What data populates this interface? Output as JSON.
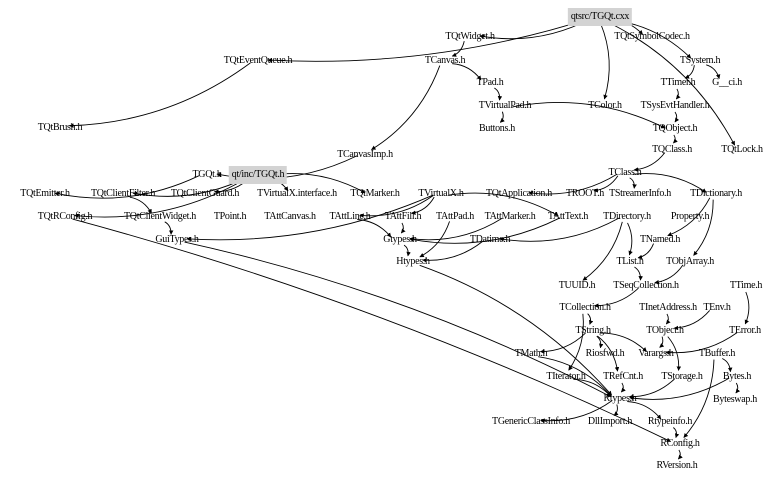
{
  "graph": {
    "highlight_color": "#d3d3d3",
    "nodes": [
      "qtsrc/TGQt.cxx",
      "TQtWidget.h",
      "TQtSymbolCodec.h",
      "TQtEventQueue.h",
      "TCanvas.h",
      "TSystem.h",
      "TPad.h",
      "TTimer.h",
      "G__ci.h",
      "TVirtualPad.h",
      "TColor.h",
      "TSysEvtHandler.h",
      "TQtBrush.h",
      "Buttons.h",
      "TQObject.h",
      "TCanvasImp.h",
      "TQClass.h",
      "TQtLock.h",
      "TClass.h",
      "TGQt.h",
      "qt/inc/TGQt.h",
      "TQtEmitter.h",
      "TQtClientFilter.h",
      "TQtClientGuard.h",
      "TVirtualX.interface.h",
      "TQtMarker.h",
      "TVirtualX.h",
      "TQtApplication.h",
      "TROOT.h",
      "TStreamerInfo.h",
      "TDictionary.h",
      "TQtRConfig.h",
      "TQtClientWidget.h",
      "TPoint.h",
      "TAttCanvas.h",
      "TAttLine.h",
      "TAttFill.h",
      "TAttPad.h",
      "TAttMarker.h",
      "TAttText.h",
      "TDirectory.h",
      "Property.h",
      "GuiTypes.h",
      "Gtypes.h",
      "TDatime.h",
      "TNamed.h",
      "Htypes.h",
      "TList.h",
      "TObjArray.h",
      "TUUID.h",
      "TSeqCollection.h",
      "TTime.h",
      "TCollection.h",
      "TInetAddress.h",
      "TEnv.h",
      "TString.h",
      "TObject.h",
      "TError.h",
      "TMath.h",
      "Riosfwd.h",
      "Varargs.h",
      "TBuffer.h",
      "TIterator.h",
      "TRefCnt.h",
      "TStorage.h",
      "Bytes.h",
      "Rtypes.h",
      "Byteswap.h",
      "TGenericClassInfo.h",
      "DllImport.h",
      "Rtypeinfo.h",
      "RConfig.h",
      "RVersion.h"
    ],
    "highlighted": [
      "qtsrc/TGQt.cxx",
      "qt/inc/TGQt.h"
    ],
    "edges": [
      [
        "qtsrc/TGQt.cxx",
        "TQtWidget.h"
      ],
      [
        "qtsrc/TGQt.cxx",
        "TQtSymbolCodec.h"
      ],
      [
        "qtsrc/TGQt.cxx",
        "TQtEventQueue.h"
      ],
      [
        "qtsrc/TGQt.cxx",
        "TSystem.h"
      ],
      [
        "qtsrc/TGQt.cxx",
        "TColor.h"
      ],
      [
        "qtsrc/TGQt.cxx",
        "TQtLock.h"
      ],
      [
        "TQtWidget.h",
        "TCanvas.h"
      ],
      [
        "TCanvas.h",
        "TPad.h"
      ],
      [
        "TCanvas.h",
        "TCanvasImp.h"
      ],
      [
        "TPad.h",
        "TVirtualPad.h"
      ],
      [
        "TVirtualPad.h",
        "Buttons.h"
      ],
      [
        "TVirtualPad.h",
        "TQObject.h"
      ],
      [
        "TSystem.h",
        "TTimer.h"
      ],
      [
        "TSystem.h",
        "G__ci.h"
      ],
      [
        "TTimer.h",
        "TSysEvtHandler.h"
      ],
      [
        "TSysEvtHandler.h",
        "TQObject.h"
      ],
      [
        "TQObject.h",
        "TQClass.h"
      ],
      [
        "TQClass.h",
        "TClass.h"
      ],
      [
        "TQtEventQueue.h",
        "TQtBrush.h"
      ],
      [
        "TCanvasImp.h",
        "TGQt.h"
      ],
      [
        "qt/inc/TGQt.h",
        "TQtClientFilter.h"
      ],
      [
        "qt/inc/TGQt.h",
        "TQtClientGuard.h"
      ],
      [
        "qt/inc/TGQt.h",
        "TVirtualX.interface.h"
      ],
      [
        "qt/inc/TGQt.h",
        "TQtMarker.h"
      ],
      [
        "qt/inc/TGQt.h",
        "TQtRConfig.h"
      ],
      [
        "TGQt.h",
        "TQtEmitter.h"
      ],
      [
        "TVirtualX.h",
        "TAttLine.h"
      ],
      [
        "TVirtualX.h",
        "TAttFill.h"
      ],
      [
        "TVirtualX.h",
        "TAttText.h"
      ],
      [
        "TVirtualX.h",
        "GuiTypes.h"
      ],
      [
        "TQtClientFilter.h",
        "TQtClientWidget.h"
      ],
      [
        "TQtClientWidget.h",
        "GuiTypes.h"
      ],
      [
        "TClass.h",
        "TROOT.h"
      ],
      [
        "TClass.h",
        "TStreamerInfo.h"
      ],
      [
        "TClass.h",
        "TDictionary.h"
      ],
      [
        "TClass.h",
        "TQtApplication.h"
      ],
      [
        "TAttLine.h",
        "Gtypes.h"
      ],
      [
        "TAttFill.h",
        "Gtypes.h"
      ],
      [
        "TAttPad.h",
        "Htypes.h"
      ],
      [
        "TAttMarker.h",
        "Gtypes.h"
      ],
      [
        "TAttText.h",
        "Gtypes.h"
      ],
      [
        "Gtypes.h",
        "Htypes.h"
      ],
      [
        "TDatime.h",
        "Htypes.h"
      ],
      [
        "TDirectory.h",
        "TDatime.h"
      ],
      [
        "TDirectory.h",
        "TUUID.h"
      ],
      [
        "TDirectory.h",
        "TList.h"
      ],
      [
        "TDictionary.h",
        "TNamed.h"
      ],
      [
        "TNamed.h",
        "TList.h"
      ],
      [
        "TDictionary.h",
        "TObjArray.h"
      ],
      [
        "TList.h",
        "TSeqCollection.h"
      ],
      [
        "TObjArray.h",
        "TSeqCollection.h"
      ],
      [
        "TSeqCollection.h",
        "TCollection.h"
      ],
      [
        "TCollection.h",
        "TString.h"
      ],
      [
        "TCollection.h",
        "TIterator.h"
      ],
      [
        "TString.h",
        "Riosfwd.h"
      ],
      [
        "TString.h",
        "TRefCnt.h"
      ],
      [
        "TString.h",
        "TMath.h"
      ],
      [
        "TString.h",
        "Varargs.h"
      ],
      [
        "TObject.h",
        "Varargs.h"
      ],
      [
        "TObject.h",
        "TStorage.h"
      ],
      [
        "TInetAddress.h",
        "TObject.h"
      ],
      [
        "TEnv.h",
        "TObject.h"
      ],
      [
        "TTime.h",
        "TError.h"
      ],
      [
        "TError.h",
        "Varargs.h"
      ],
      [
        "TBuffer.h",
        "Bytes.h"
      ],
      [
        "Bytes.h",
        "Byteswap.h"
      ],
      [
        "TMath.h",
        "Rtypes.h"
      ],
      [
        "TIterator.h",
        "Rtypes.h"
      ],
      [
        "TRefCnt.h",
        "Rtypes.h"
      ],
      [
        "TStorage.h",
        "Rtypes.h"
      ],
      [
        "Bytes.h",
        "Rtypes.h"
      ],
      [
        "Htypes.h",
        "Rtypes.h"
      ],
      [
        "GuiTypes.h",
        "Rtypes.h"
      ],
      [
        "Rtypes.h",
        "TGenericClassInfo.h"
      ],
      [
        "Rtypes.h",
        "DllImport.h"
      ],
      [
        "Rtypes.h",
        "Rtypeinfo.h"
      ],
      [
        "Rtypeinfo.h",
        "RConfig.h"
      ],
      [
        "TBuffer.h",
        "RConfig.h"
      ],
      [
        "RConfig.h",
        "RVersion.h"
      ],
      [
        "TQtRConfig.h",
        "RConfig.h"
      ]
    ]
  }
}
